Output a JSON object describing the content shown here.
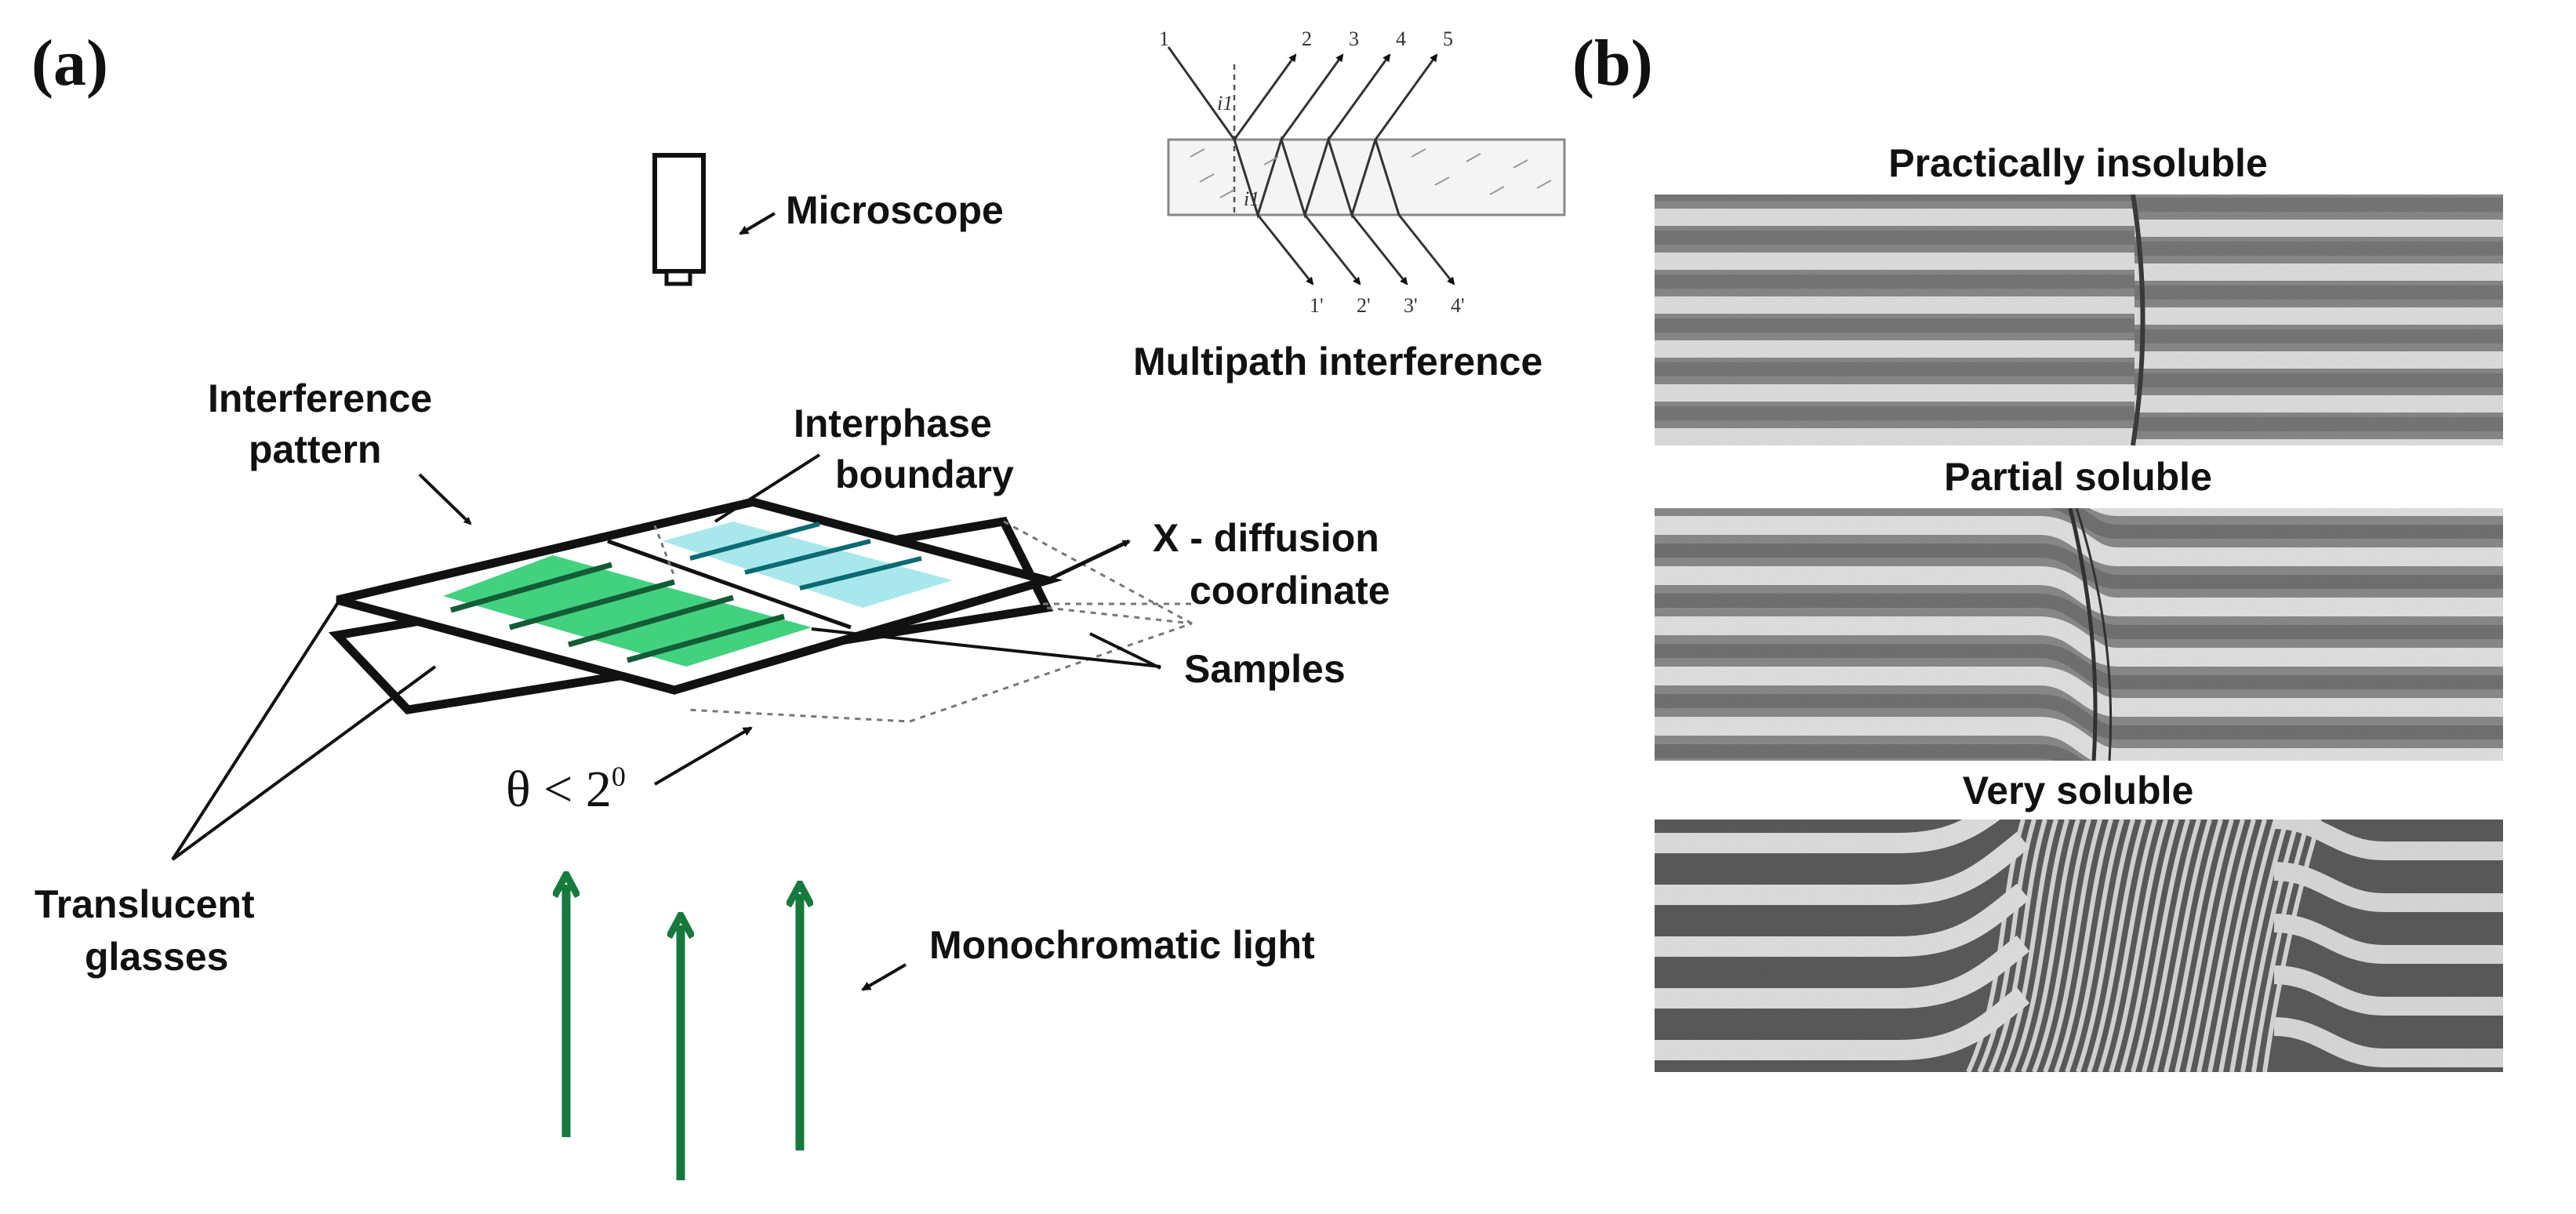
{
  "panel_a": {
    "letter": "(a)",
    "microscope_label": "Microscope",
    "multipath_label": "Multipath interference",
    "interference_pattern_label": [
      "Interference",
      "pattern"
    ],
    "interphase_boundary_label": [
      "Interphase",
      "boundary"
    ],
    "diffusion_label": [
      "X - diffusion",
      "coordinate"
    ],
    "samples_label": "Samples",
    "angle_label": "θ < 2",
    "angle_sup": "0",
    "translucent_label": [
      "Translucent",
      "glasses"
    ],
    "light_label": "Monochromatic light",
    "ray_numbers_top": [
      "1",
      "2",
      "3",
      "4",
      "5"
    ],
    "ray_numbers_bottom": [
      "1'",
      "2'",
      "3'",
      "4'"
    ],
    "angle_marks": [
      "i1",
      "i1"
    ],
    "colors": {
      "green_fill": "#2ecc71",
      "cyan_fill": "#a8e8ec",
      "arrow_green": "#157a3c"
    }
  },
  "panel_b": {
    "letter": "(b)",
    "images": [
      {
        "title": "Practically insoluble",
        "type": "insoluble"
      },
      {
        "title": "Partial soluble",
        "type": "partial"
      },
      {
        "title": "Very soluble",
        "type": "very"
      }
    ]
  }
}
